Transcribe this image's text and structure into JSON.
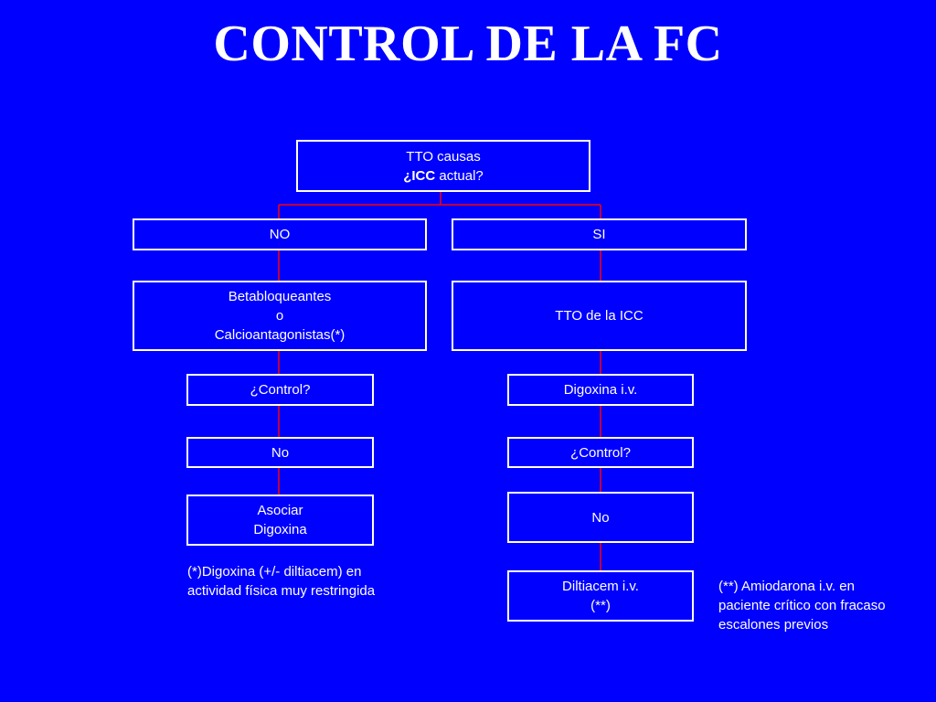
{
  "title": "CONTROL DE LA FC",
  "colors": {
    "background": "#0000ff",
    "box_border": "#ffffff",
    "connector": "#ff0000",
    "text": "#ffffff"
  },
  "nodes": {
    "root": {
      "line1": "TTO causas",
      "line2_bold": "¿ICC",
      "line2_rest": " actual?"
    },
    "branch_no": "NO",
    "branch_si": "SI",
    "betabloq": {
      "line1": "Betabloqueantes",
      "line2": "o",
      "line3": "Calcioantagonistas(*)"
    },
    "tto_icc": "TTO de la ICC",
    "control_left": "¿Control?",
    "digoxina_iv": "Digoxina i.v.",
    "no_left": "No",
    "control_right": "¿Control?",
    "asociar": {
      "line1": "Asociar",
      "line2": "Digoxina"
    },
    "no_right": "No",
    "diltiacem": {
      "line1": "Diltiacem i.v.",
      "line2": "(**)"
    }
  },
  "notes": {
    "left": {
      "line1": "(*)Digoxina (+/- diltiacem) en",
      "line2": "actividad física muy restringida"
    },
    "right": {
      "line1": "(**) Amiodarona i.v. en",
      "line2": "paciente crítico con fracaso",
      "line3": "escalones previos"
    }
  }
}
